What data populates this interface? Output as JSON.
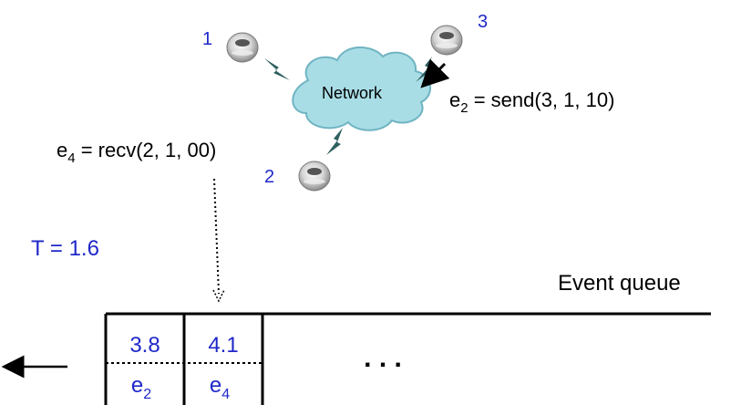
{
  "nodes": [
    {
      "label": "1",
      "icon": "sensor-node-icon"
    },
    {
      "label": "3",
      "icon": "sensor-node-icon"
    },
    {
      "label": "2",
      "icon": "sensor-node-icon"
    }
  ],
  "network": {
    "label": "Network",
    "icon": "cloud-icon"
  },
  "events": {
    "send": {
      "name": "e",
      "sub": "2",
      "rest": " = send(3, 1, 10)"
    },
    "recv": {
      "name": "e",
      "sub": "4",
      "rest": " = recv(2, 1, 00)"
    }
  },
  "time_label": "T = 1.6",
  "queue": {
    "title": "Event queue",
    "cells": [
      {
        "time": "3.8",
        "event": "e",
        "sub": "2"
      },
      {
        "time": "4.1",
        "event": "e",
        "sub": "4"
      }
    ],
    "ellipsis": ". . ."
  },
  "colors": {
    "blue": "#1f28c8",
    "bolt": "#2f5f5f",
    "cloud": "#a9dde6",
    "cloud_edge": "#6fb4c2"
  }
}
